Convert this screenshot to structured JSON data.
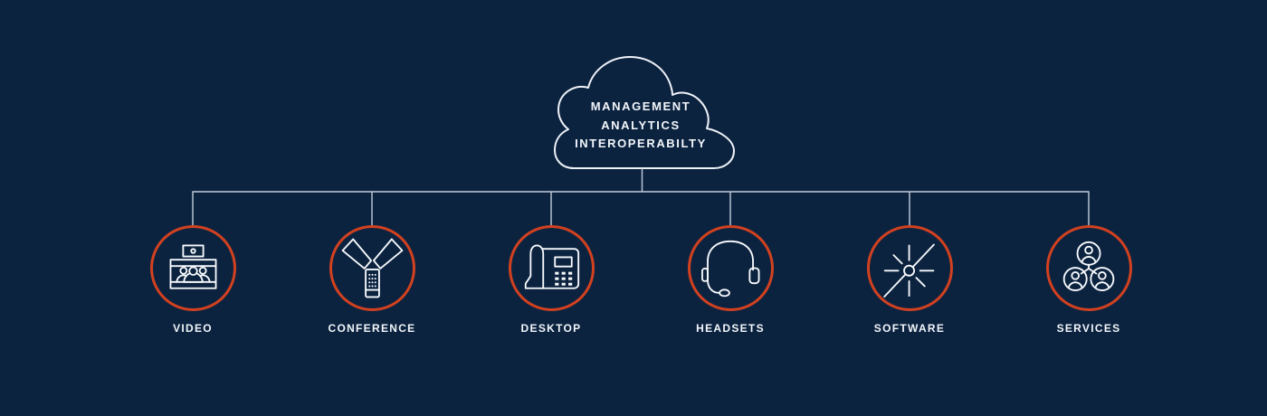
{
  "title": "Unified communications portfolio diagram",
  "colors": {
    "background": "#0c2340",
    "circle_accent": "#d2411f",
    "connector_line": "#c1cdd9",
    "cloud_outline": "#eef2f7",
    "icon_stroke": "#f7fafc",
    "text": "#f2f6fa"
  },
  "cloud": {
    "lines": [
      "MANAGEMENT",
      "ANALYTICS",
      "INTEROPERABILTY"
    ]
  },
  "nodes": [
    {
      "label": "VIDEO",
      "icon": "video-conference-icon"
    },
    {
      "label": "CONFERENCE",
      "icon": "conference-phone-icon"
    },
    {
      "label": "DESKTOP",
      "icon": "desk-phone-icon"
    },
    {
      "label": "HEADSETS",
      "icon": "headset-icon"
    },
    {
      "label": "SOFTWARE",
      "icon": "software-spark-icon"
    },
    {
      "label": "SERVICES",
      "icon": "people-network-icon"
    }
  ]
}
